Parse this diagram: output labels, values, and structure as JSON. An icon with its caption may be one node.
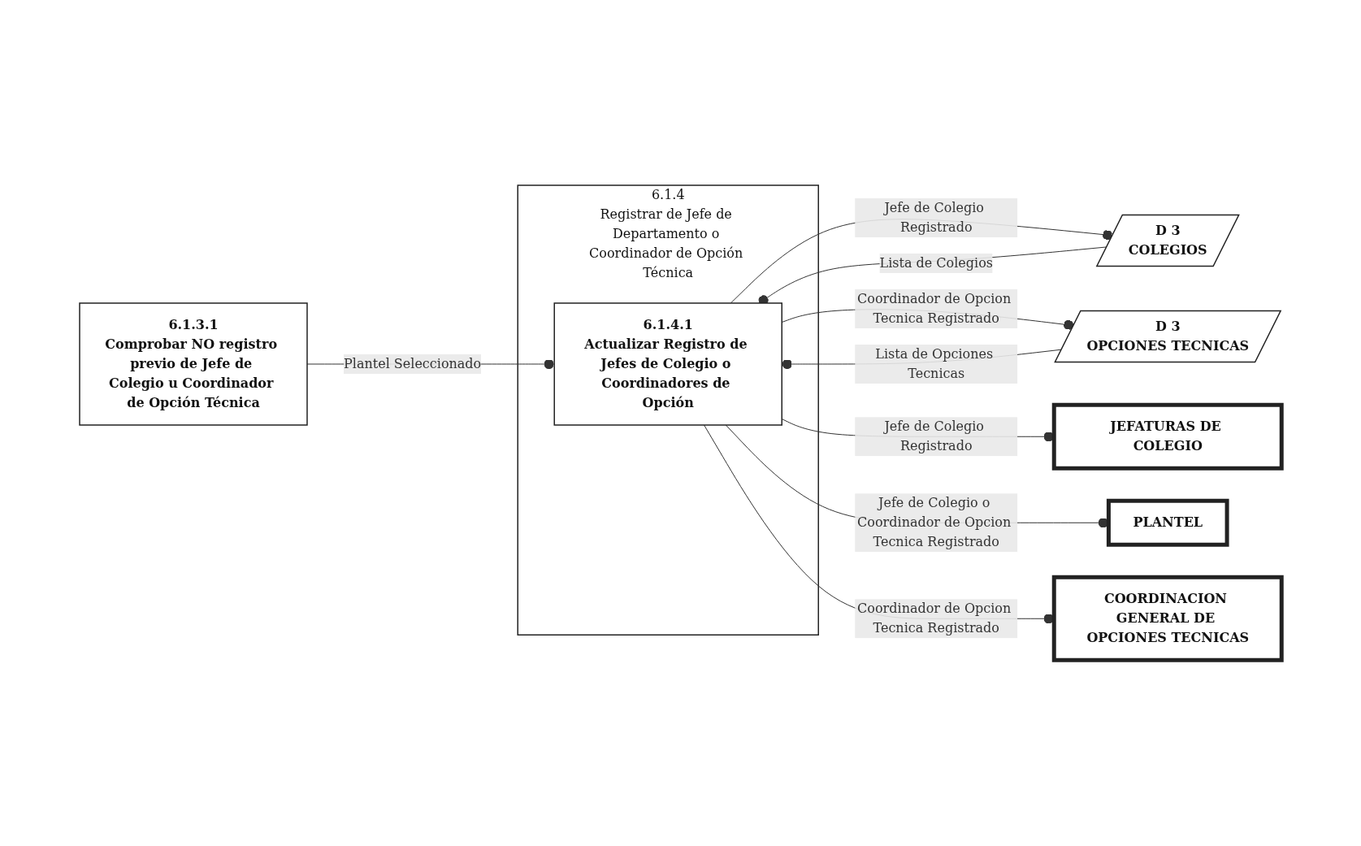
{
  "diagram": {
    "nodes": [
      {
        "text": [
          "6.1.4",
          "Registrar de Jefe de Departamento o Coordinador de Opción Técnica"
        ]
      },
      {
        "text": [
          "6.1.3.1",
          "Comprobar NO registro previo de Jefe de Colegio u Coordinador de Opción Técnica"
        ]
      },
      {
        "text": [
          "6.1.4.1",
          "Actualizar Registro de Jefes de Colegio o Coordinadores de Opción"
        ],
        "in": 0
      },
      {
        "text": [
          "D 3",
          "COLEGIOS"
        ]
      },
      {
        "text": [
          "D 3",
          "OPCIONES TECNICAS"
        ]
      },
      {
        "text": [
          "JEFATURAS DE COLEGIO"
        ]
      },
      {
        "text": [
          "PLANTEL"
        ]
      },
      {
        "text": [
          "COORDINACION GENERAL DE OPCIONES TECNICAS"
        ]
      }
    ],
    "edges": [
      {
        "from": 1,
        "to": 2,
        "arrow": "other",
        "label": "Plantel Seleccionado"
      },
      {
        "from": 3,
        "to": 2,
        "arrow": "other",
        "label": "Lista de Colegios"
      },
      {
        "from": 2,
        "to": 3,
        "arrow": "other",
        "label": "Jefe de Colegio Registrado"
      },
      {
        "from": 4,
        "to": 2,
        "arrow": "other",
        "label": "Lista de Opciones Tecnicas"
      },
      {
        "from": 2,
        "to": 4,
        "arrow": "other",
        "label": "Coordinador de Opcion Tecnica Registrado"
      },
      {
        "from": 2,
        "to": 5,
        "arrow": "other",
        "label": "Jefe de Colegio Registrado"
      },
      {
        "from": 2,
        "to": 6,
        "arrow": "other",
        "label": "Jefe de Colegio o Coordinador de Opcion Tecnica Registrado"
      },
      {
        "from": 2,
        "to": 7,
        "arrow": "other",
        "label": "Coordinador de Opcion Tecnica Registrado"
      }
    ]
  }
}
